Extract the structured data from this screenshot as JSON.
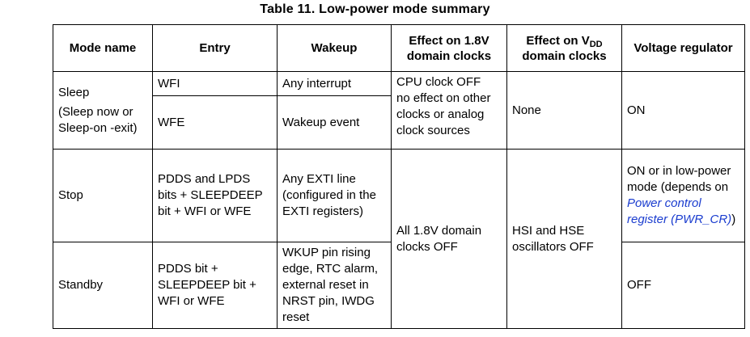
{
  "caption": "Table 11. Low-power mode summary",
  "headers": {
    "mode": "Mode name",
    "entry": "Entry",
    "wakeup": "Wakeup",
    "effect18_line1": "Effect on 1.8V",
    "effect18_line2": "domain clocks",
    "effectvdd_prefix": "Effect on V",
    "effectvdd_sub": "DD",
    "effectvdd_line2": "domain clocks",
    "regulator": "Voltage regulator"
  },
  "sleep": {
    "name": "Sleep",
    "name_note": "(Sleep now or Sleep-on -exit)",
    "entry1": "WFI",
    "wakeup1": "Any interrupt",
    "entry2": "WFE",
    "wakeup2": "Wakeup event",
    "effect18_line1": "CPU clock OFF",
    "effect18_line2": "no effect on other clocks or analog clock sources",
    "effectvdd": "None",
    "regulator": "ON"
  },
  "stop": {
    "name": "Stop",
    "entry": "PDDS and LPDS bits + SLEEPDEEP bit + WFI or WFE",
    "wakeup": "Any EXTI line (configured in the EXTI registers)",
    "regulator_prefix": "ON or in low-power mode (depends on ",
    "regulator_link": "Power control register (PWR_CR)",
    "regulator_suffix": ")"
  },
  "standby": {
    "name": "Standby",
    "entry": "PDDS bit + SLEEPDEEP bit + WFI or WFE",
    "wakeup": "WKUP pin rising edge, RTC alarm, external reset in NRST pin, IWDG reset",
    "regulator": "OFF"
  },
  "shared": {
    "effect18_stop_standby": "All 1.8V domain clocks OFF",
    "effectvdd_stop_standby": "HSI and HSE oscillators OFF"
  }
}
